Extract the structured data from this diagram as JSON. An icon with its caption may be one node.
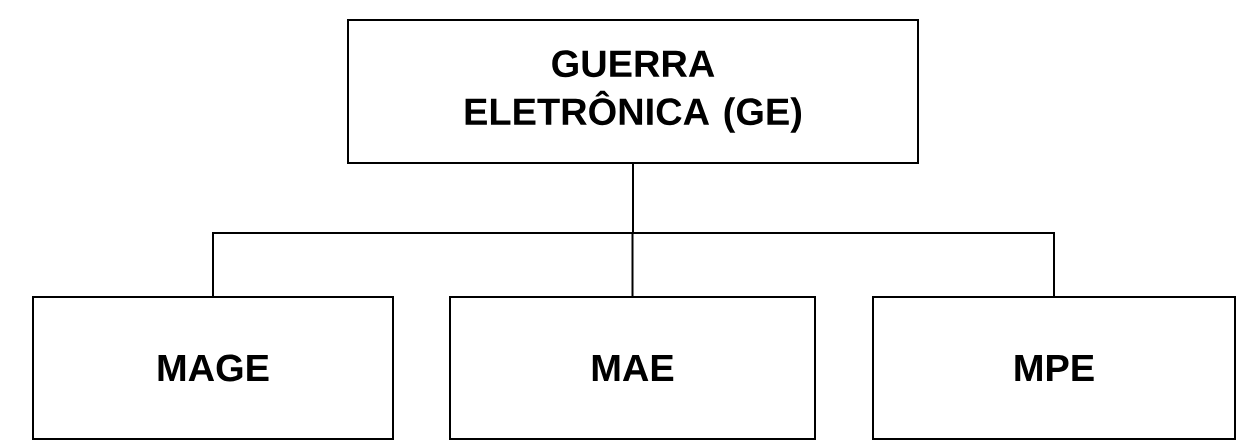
{
  "diagram": {
    "nodes": [
      {
        "text": [
          "GUERRA ELETRÔNICA (GE)"
        ]
      },
      {
        "text": [
          "MAGE"
        ]
      },
      {
        "text": [
          "MAE"
        ]
      },
      {
        "text": [
          "MPE"
        ]
      }
    ],
    "edges": [
      {
        "from": 0,
        "to": 1,
        "arrow": "none"
      },
      {
        "from": 0,
        "to": 2,
        "arrow": "none"
      },
      {
        "from": 0,
        "to": 3,
        "arrow": "none"
      }
    ]
  }
}
